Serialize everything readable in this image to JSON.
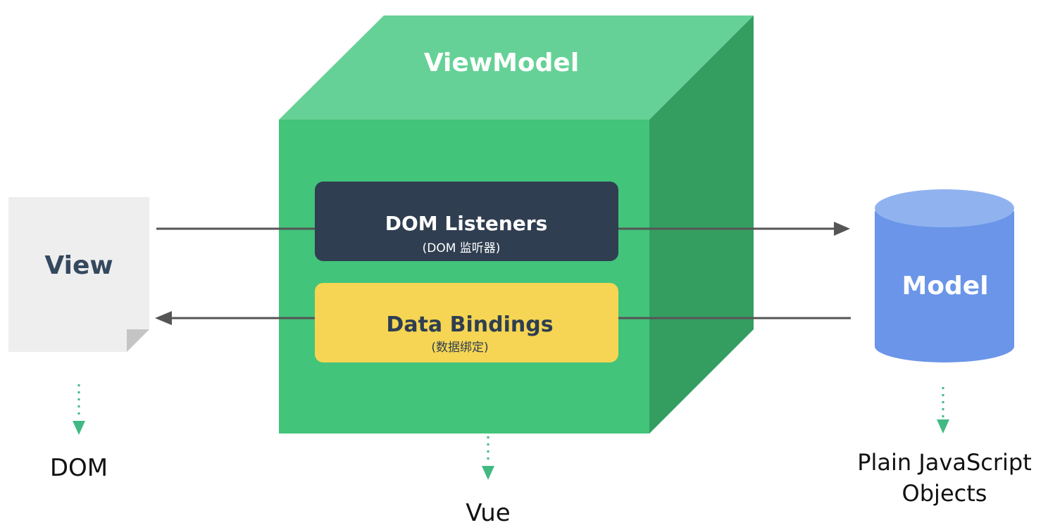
{
  "viewmodel": {
    "title": "ViewModel",
    "dom_listeners": {
      "title": "DOM Listeners",
      "subtitle": "(DOM 监听器)"
    },
    "data_bindings": {
      "title": "Data Bindings",
      "subtitle": "(数据绑定)"
    },
    "caption": "Vue"
  },
  "view": {
    "title": "View",
    "caption": "DOM"
  },
  "model": {
    "title": "Model",
    "caption_line1": "Plain JavaScript",
    "caption_line2": "Objects"
  },
  "colors": {
    "cube_front": "#42c47a",
    "cube_top": "#66d196",
    "cube_side": "#349e61",
    "listeners_box": "#2f3e50",
    "bindings_box": "#f5d553",
    "view_doc": "#eeeeee",
    "view_doc_fold": "#c4c4c4",
    "view_text": "#34495e",
    "model_body": "#6a95e8",
    "model_top": "#90b3f0",
    "arrow": "#555555",
    "dotted_arrow": "#42b983"
  }
}
